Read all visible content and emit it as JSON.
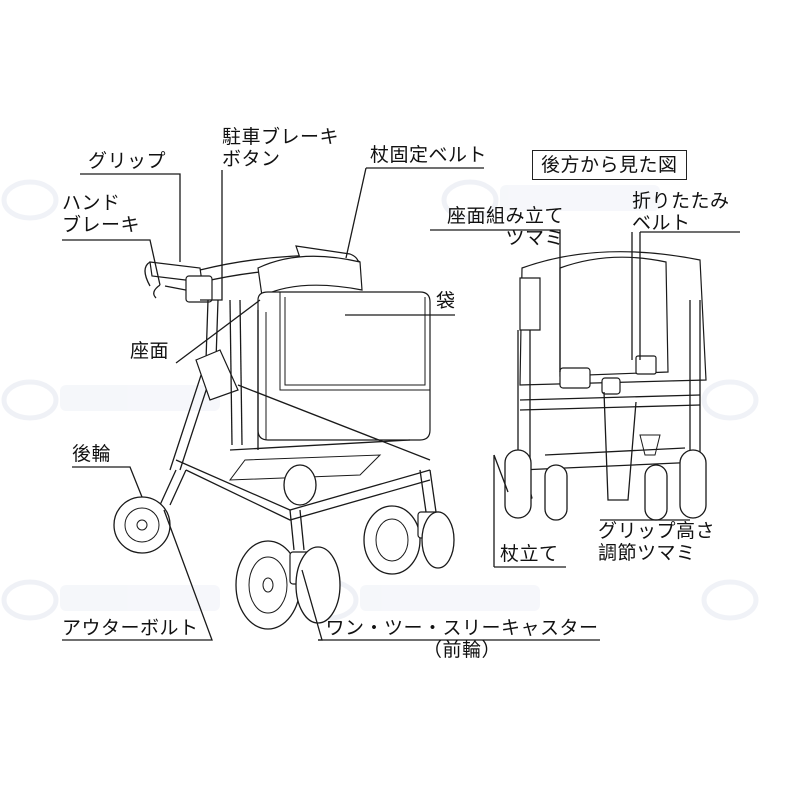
{
  "labels": {
    "grip": "グリップ",
    "parking_brake_button": [
      "駐車ブレーキ",
      "ボタン"
    ],
    "cane_belt": "杖固定ベルト",
    "hand_brake": [
      "ハンド",
      "ブレーキ"
    ],
    "seat": "座面",
    "bag": "袋",
    "rear_wheel": "後輪",
    "outer_bolt": "アウターボルト",
    "caster": [
      "ワン・ツー・スリーキャスター",
      "（前輪）"
    ],
    "rear_view_title": "後方から見た図",
    "seat_knob": [
      "座面組み立て",
      "ツマミ"
    ],
    "fold_belt": [
      "折りたたみ",
      "ベルト"
    ],
    "grip_height_knob": [
      "グリップ高さ",
      "調節ツマミ"
    ],
    "cane_stand": "杖立て"
  }
}
